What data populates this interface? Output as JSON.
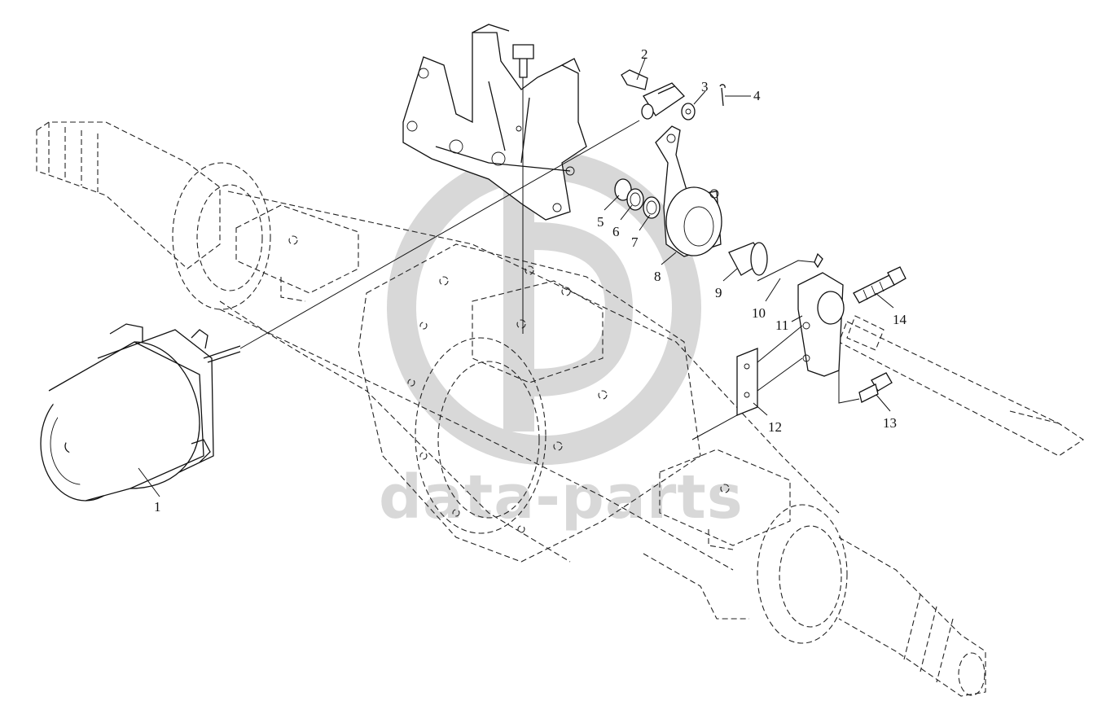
{
  "watermark": {
    "brand": "data-parts",
    "color": "#d6d6d6"
  },
  "colors": {
    "line": "#111111",
    "background": "#ffffff"
  },
  "callouts": [
    {
      "id": "c1",
      "label": "1"
    },
    {
      "id": "c2",
      "label": "2"
    },
    {
      "id": "c3",
      "label": "3"
    },
    {
      "id": "c4",
      "label": "4"
    },
    {
      "id": "c5",
      "label": "5"
    },
    {
      "id": "c6",
      "label": "6"
    },
    {
      "id": "c7",
      "label": "7"
    },
    {
      "id": "c8",
      "label": "8"
    },
    {
      "id": "c9",
      "label": "9"
    },
    {
      "id": "c10",
      "label": "10"
    },
    {
      "id": "c11",
      "label": "11"
    },
    {
      "id": "c12",
      "label": "12"
    },
    {
      "id": "c13",
      "label": "13"
    },
    {
      "id": "c14",
      "label": "14"
    }
  ]
}
